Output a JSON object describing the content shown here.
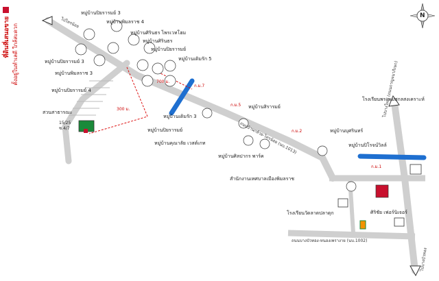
{
  "legend": {
    "title": "ที่ดินที่เสนอขาย",
    "subtitle": "ตั้งอยู่ในทำเลดี ใกล้สะดวก",
    "color": "#c8102e"
  },
  "compass": {
    "letter": "N"
  },
  "roads": {
    "main_diag": "ถนนบ้านกล้วย-ไทรน้อย (นบ.1013)",
    "upper": "ไปไทรน้อย",
    "bottom": "ถนนบางบัวทอง-หนองเพรางาย (นบ.1002)",
    "right_top": "ไปบางใหญ่ (ถนนกาญจนาภิเษก)",
    "right_bottom": "ไปบางบัวทอง"
  },
  "distances": {
    "d1": "300 ม.",
    "d2": "700 ม."
  },
  "km_markers": [
    "ก.ม.7",
    "ก.ม.5",
    "ก.ม.2",
    "ก.ม.1"
  ],
  "villages": [
    "หมู่บ้านปิยรารมย์ 3",
    "หมู่บ้านพิมลราช 4",
    "หมู่บ้านศิรินธร ไพรเวทโฮม",
    "หมู่บ้านศิรินธร",
    "หมู่บ้านปิยรารมย์",
    "หมู่บ้านเดิมรัก 5",
    "หมู่บ้านปิยรารมย์ 3",
    "หมู่บ้านพิมลราช 3",
    "หมู่บ้านปิยรารมย์ 4",
    "หมู่บ้านเดิมรัก 3",
    "หมู่บ้านปิยรารมย์",
    "หมู่บ้านคุณาลัย เวสต์เกท",
    "หมู่บ้านสิรารมย์",
    "หมู่บ้านศิลปากร พาร์ค",
    "หมู่บ้านบุศรินทร์",
    "หมู่บ้านปิโรจน์วิลล์"
  ],
  "places": {
    "garden": "สวนสาธารณะ",
    "plot_no": "15/25",
    "plot_area": "ซ.4/7",
    "municipal": "สำนักงานเทศบาลเมืองพิมลราช",
    "school_left": "โรงเรียนวัดลาดปลาดุก",
    "school_right": "โรงเรียนพระแม่สกลสงเคราะห์",
    "store": "ศิริชัย เฟอร์นิเจอร์"
  }
}
